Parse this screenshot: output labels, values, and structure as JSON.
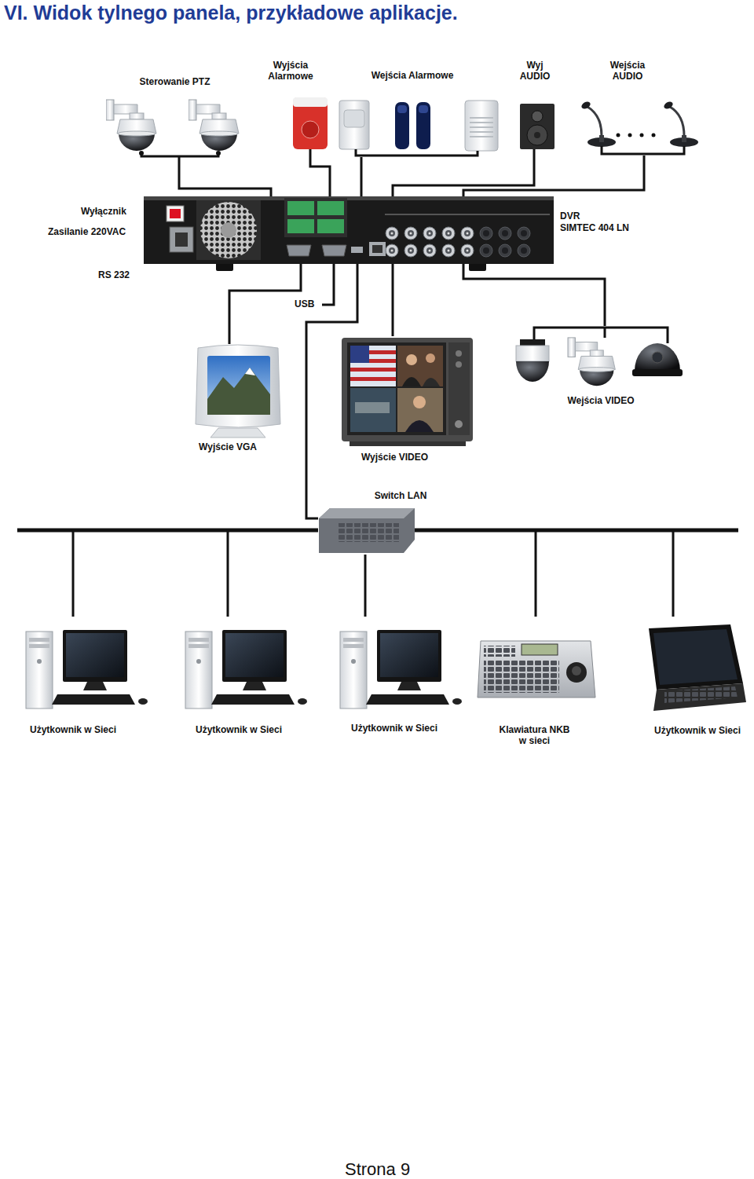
{
  "diagram": {
    "title": "VI. Widok tylnego panela, przykładowe aplikacje.",
    "nodes": [
      {
        "text": [
          "Sterowanie PTZ"
        ]
      },
      {
        "text": [
          "Wyjścia Alarmowe"
        ]
      },
      {
        "text": [
          "Wejścia Alarmowe"
        ]
      },
      {
        "text": [
          "Wyj AUDIO"
        ]
      },
      {
        "text": [
          "Wejścia AUDIO"
        ]
      },
      {
        "text": [
          "DVR",
          "SIMTEC 404 LN"
        ]
      },
      {
        "text": [
          "Wyjście VGA"
        ]
      },
      {
        "text": [
          "Wyjście VIDEO"
        ]
      },
      {
        "text": [
          "Wejścia VIDEO"
        ]
      },
      {
        "text": [
          "Switch LAN"
        ]
      },
      {
        "text": [
          "Użytkownik w Sieci"
        ]
      },
      {
        "text": [
          "Użytkownik w Sieci"
        ]
      },
      {
        "text": [
          "Użytkownik w Sieci"
        ]
      },
      {
        "text": [
          "Klawiatura NKB w sieci"
        ]
      },
      {
        "text": [
          "Użytkownik w Sieci"
        ]
      }
    ],
    "edges": [
      {
        "from": 0,
        "to": 5,
        "arrow": "none"
      },
      {
        "from": 1,
        "to": 5,
        "arrow": "none"
      },
      {
        "from": 2,
        "to": 5,
        "arrow": "none"
      },
      {
        "from": 3,
        "to": 5,
        "arrow": "none"
      },
      {
        "from": 4,
        "to": 5,
        "arrow": "none"
      },
      {
        "from": 5,
        "to": 6,
        "arrow": "none"
      },
      {
        "from": 5,
        "to": 7,
        "arrow": "none"
      },
      {
        "from": 5,
        "to": 8,
        "arrow": "none"
      },
      {
        "from": 5,
        "to": 9,
        "arrow": "none"
      },
      {
        "from": 9,
        "to": 10,
        "arrow": "none"
      },
      {
        "from": 9,
        "to": 11,
        "arrow": "none"
      },
      {
        "from": 9,
        "to": 12,
        "arrow": "none"
      },
      {
        "from": 9,
        "to": 13,
        "arrow": "none"
      },
      {
        "from": 9,
        "to": 14,
        "arrow": "none"
      }
    ],
    "labels": [
      "Wyłącznik",
      "Zasilanie 220VAC",
      "RS 232",
      "USB",
      "Strona 9"
    ]
  }
}
